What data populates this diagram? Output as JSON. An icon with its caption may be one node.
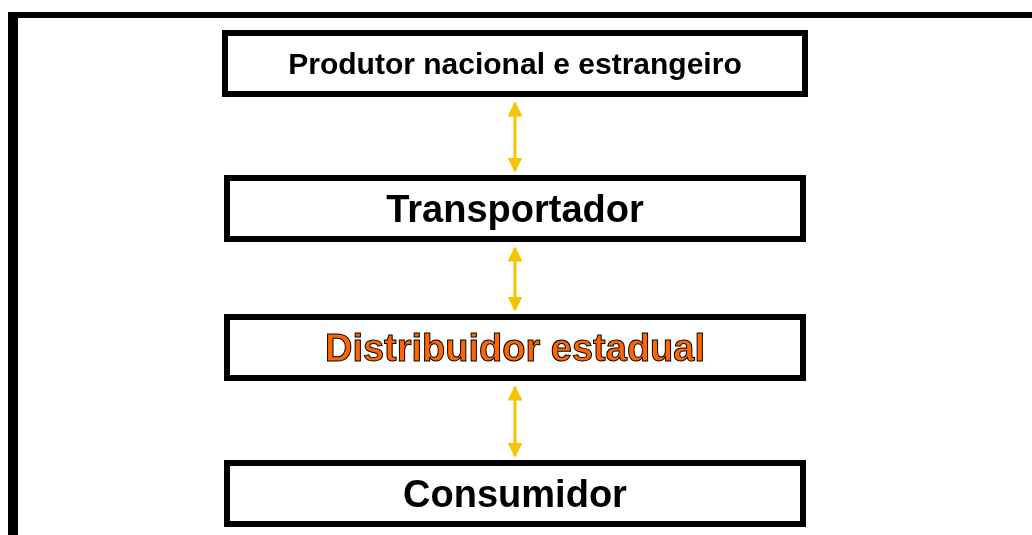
{
  "diagram": {
    "nodes": [
      {
        "text": [
          "Produtor nacional e estrangeiro"
        ]
      },
      {
        "text": [
          "Transportador"
        ]
      },
      {
        "text": [
          "Distribuidor estadual"
        ]
      },
      {
        "text": [
          "Consumidor"
        ]
      }
    ],
    "edges": [
      {
        "from": 0,
        "to": 1,
        "arrow": "both"
      },
      {
        "from": 1,
        "to": 2,
        "arrow": "both"
      },
      {
        "from": 2,
        "to": 3,
        "arrow": "both"
      }
    ]
  }
}
